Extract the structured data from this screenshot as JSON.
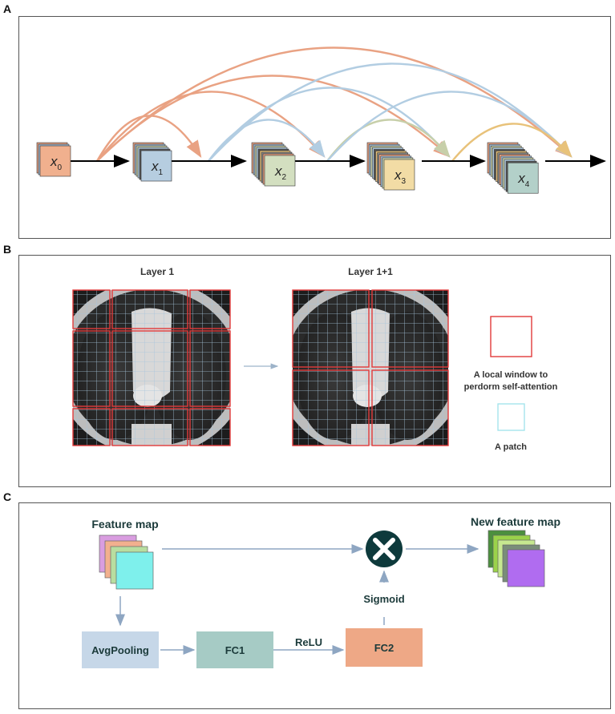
{
  "panels": {
    "a": {
      "label": "A",
      "nodes": [
        {
          "var": "x",
          "sub": "0"
        },
        {
          "var": "x",
          "sub": "1"
        },
        {
          "var": "x",
          "sub": "2"
        },
        {
          "var": "x",
          "sub": "3"
        },
        {
          "var": "x",
          "sub": "4"
        }
      ],
      "colors": {
        "x0": "#f0b08e",
        "x1": "#b6cde0",
        "x2": "#d3dfc0",
        "x3": "#f2dca5",
        "x4": "#b3d0c9",
        "arc_orange": "#e9a283",
        "arc_blue": "#b2cde2",
        "arc_green": "#c7cfa9",
        "arc_gold": "#e8c27a"
      }
    },
    "b": {
      "label": "B",
      "layer1_title": "Layer 1",
      "layer2_title": "Layer 1+1",
      "legend_window": "A local window to perdorm self-attention",
      "legend_window_line1": "A local window to",
      "legend_window_line2": "perdorm self-attention",
      "legend_patch": "A patch",
      "colors": {
        "window": "#e23a3a",
        "patch": "#9ee2ea",
        "grid": "#a8c6dc"
      }
    },
    "c": {
      "label": "C",
      "feature_map": "Feature map",
      "new_feature_map": "New feature map",
      "avgpooling": "AvgPooling",
      "fc1": "FC1",
      "relu": "ReLU",
      "fc2": "FC2",
      "sigmoid": "Sigmoid",
      "colors": {
        "avgpool": "#c6d7e8",
        "fc1": "#a6cbc5",
        "fc2": "#eea886",
        "multiply": "#0e3a3c",
        "arrow": "#8ea6c2",
        "feature_stack": [
          "#d99de0",
          "#f2b08e",
          "#b8dea0",
          "#7ef0ec"
        ],
        "new_stack": [
          "#4c8f3e",
          "#9bd24a",
          "#c6e890",
          "#7a8d7a",
          "#b06cf0"
        ]
      }
    }
  }
}
